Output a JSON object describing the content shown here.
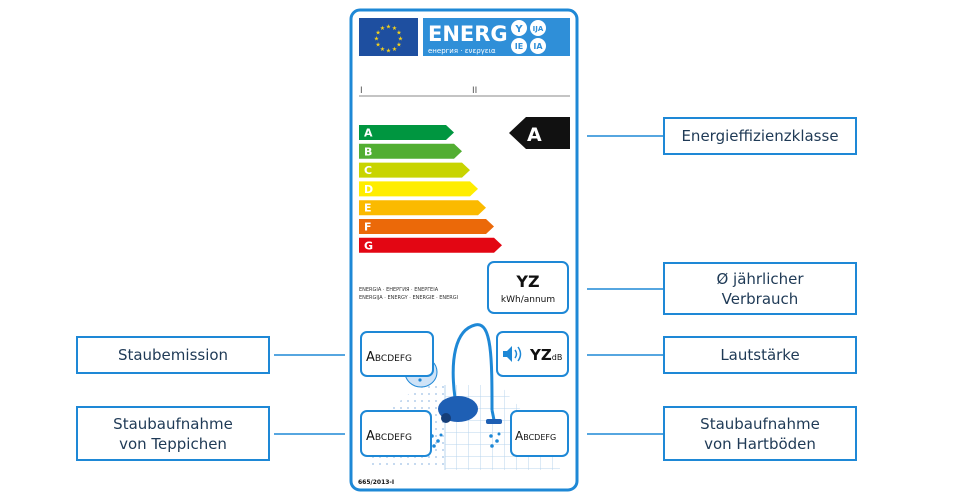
{
  "colors": {
    "frame": "#1e88d6",
    "label_text": "#1f3a56",
    "eu_blue": "#1e4fa0",
    "eu_star": "#f7d21a",
    "energy_band_blue": "#2f8fd8",
    "class_A": "#009640",
    "class_B": "#52ae32",
    "class_C": "#c8d400",
    "class_D": "#ffed00",
    "class_E": "#fbba00",
    "class_F": "#eb6909",
    "class_G": "#e30613"
  },
  "header": {
    "energy_word": "ENERG",
    "energy_subtitle": "енергия · ενεργεια",
    "suffix_badges": [
      "Y",
      "IJA",
      "IE",
      "IA"
    ]
  },
  "supplier_line": {
    "mark_I": "I",
    "mark_II": "II"
  },
  "energy_scale": {
    "classes": [
      "A",
      "B",
      "C",
      "D",
      "E",
      "F",
      "G"
    ],
    "selected_class": "A"
  },
  "annual_consumption": {
    "value": "YZ",
    "unit": "kWh/annum",
    "energy_words_line1": "ENERGIA · ЕНЕРГИЯ · ΕΝΕΡΓΕΙΑ",
    "energy_words_line2": "ENERGIJA · ENERGY · ENERGIE · ENERGI"
  },
  "dust_emission_scale": {
    "first": "A",
    "rest": "BCDEFG"
  },
  "carpet_pickup_scale": {
    "first": "A",
    "rest": "BCDEFG"
  },
  "hardfloor_pickup_scale": {
    "first": "A",
    "rest": "BCDEFG"
  },
  "noise": {
    "value": "YZ",
    "unit": "dB"
  },
  "regulation": "665/2013-I",
  "callouts": {
    "energy_class": "Energieffizienzklasse",
    "annual_consumption_line1": "Ø jährlicher",
    "annual_consumption_line2": "Verbrauch",
    "noise": "Lautstärke",
    "dust_emission": "Staubemission",
    "carpet_pickup_line1": "Staubaufnahme",
    "carpet_pickup_line2": "von Teppichen",
    "hardfloor_pickup_line1": "Staubaufnahme",
    "hardfloor_pickup_line2": "von Hartböden"
  }
}
